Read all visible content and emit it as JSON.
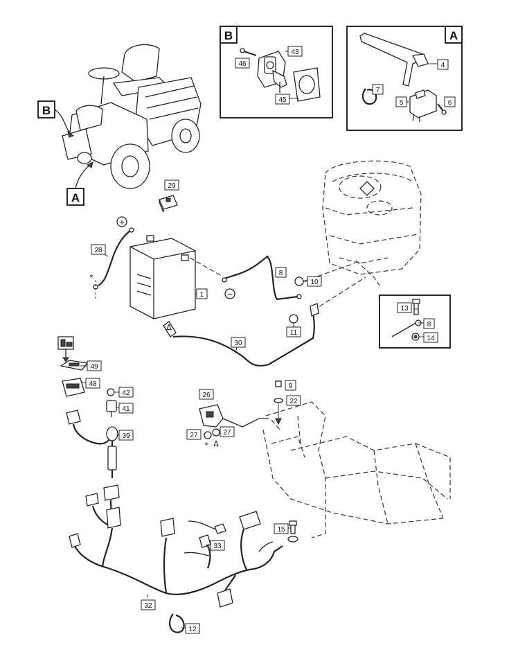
{
  "view_labels": {
    "A": "A",
    "B": "B"
  },
  "symbols": {
    "plus": "+",
    "minus": "−",
    "asterisk": "*",
    "triangle": "Δ"
  },
  "callouts": [
    {
      "id": "c1",
      "label": "1"
    },
    {
      "id": "c4",
      "label": "4"
    },
    {
      "id": "c5",
      "label": "5"
    },
    {
      "id": "c6",
      "label": "6"
    },
    {
      "id": "c7",
      "label": "7"
    },
    {
      "id": "c8a",
      "label": "8"
    },
    {
      "id": "c8b",
      "label": "8"
    },
    {
      "id": "c9",
      "label": "9"
    },
    {
      "id": "c10",
      "label": "10"
    },
    {
      "id": "c11",
      "label": "11"
    },
    {
      "id": "c12",
      "label": "12"
    },
    {
      "id": "c13",
      "label": "13"
    },
    {
      "id": "c14",
      "label": "14"
    },
    {
      "id": "c15",
      "label": "15"
    },
    {
      "id": "c22",
      "label": "22"
    },
    {
      "id": "c26",
      "label": "26"
    },
    {
      "id": "c27a",
      "label": "27"
    },
    {
      "id": "c27b",
      "label": "27"
    },
    {
      "id": "c28",
      "label": "28"
    },
    {
      "id": "c29",
      "label": "29"
    },
    {
      "id": "c30",
      "label": "30"
    },
    {
      "id": "c32",
      "label": "32"
    },
    {
      "id": "c33",
      "label": "33"
    },
    {
      "id": "c39",
      "label": "39"
    },
    {
      "id": "c41",
      "label": "41"
    },
    {
      "id": "c42",
      "label": "42"
    },
    {
      "id": "c43",
      "label": "43"
    },
    {
      "id": "c45",
      "label": "45"
    },
    {
      "id": "c46",
      "label": "46"
    },
    {
      "id": "c48",
      "label": "48"
    },
    {
      "id": "c49",
      "label": "49"
    }
  ]
}
